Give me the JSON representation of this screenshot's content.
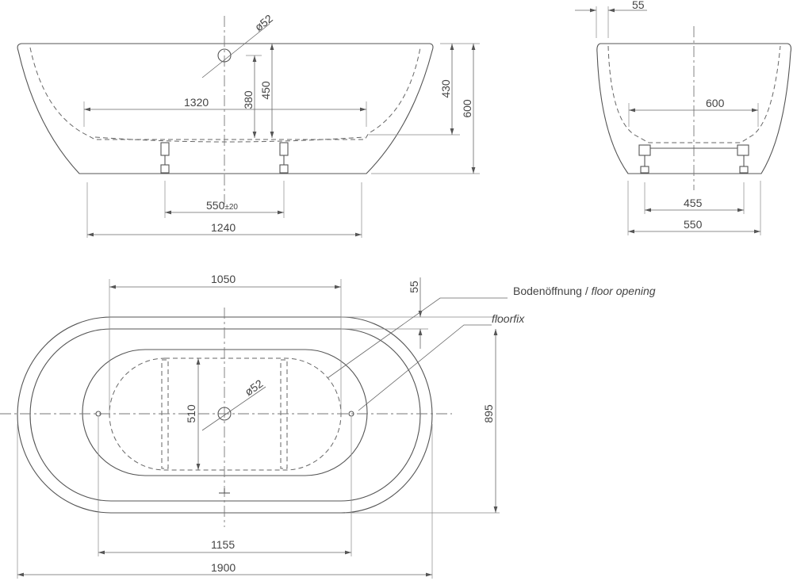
{
  "side_view_long": {
    "drain_diameter": "ø52",
    "overflow_height": "380",
    "drain_height": "450",
    "inner_length": "1320",
    "inner_depth": "430",
    "total_height": "600",
    "feet_distance": "550",
    "feet_tolerance": "±20",
    "base_length": "1240"
  },
  "side_view_short": {
    "rim_width": "55",
    "inner_width": "600",
    "feet_distance": "455",
    "base_width": "550"
  },
  "plan_view": {
    "straight_length": "1050",
    "rim_width": "55",
    "floor_opening_width": "510",
    "drain_diameter": "ø52",
    "total_width": "895",
    "floorfix_distance": "1155",
    "total_length": "1900",
    "label_floor_opening_de": "Bodenöffnung /",
    "label_floor_opening_en": "floor opening",
    "label_floorfix": "floorfix"
  }
}
